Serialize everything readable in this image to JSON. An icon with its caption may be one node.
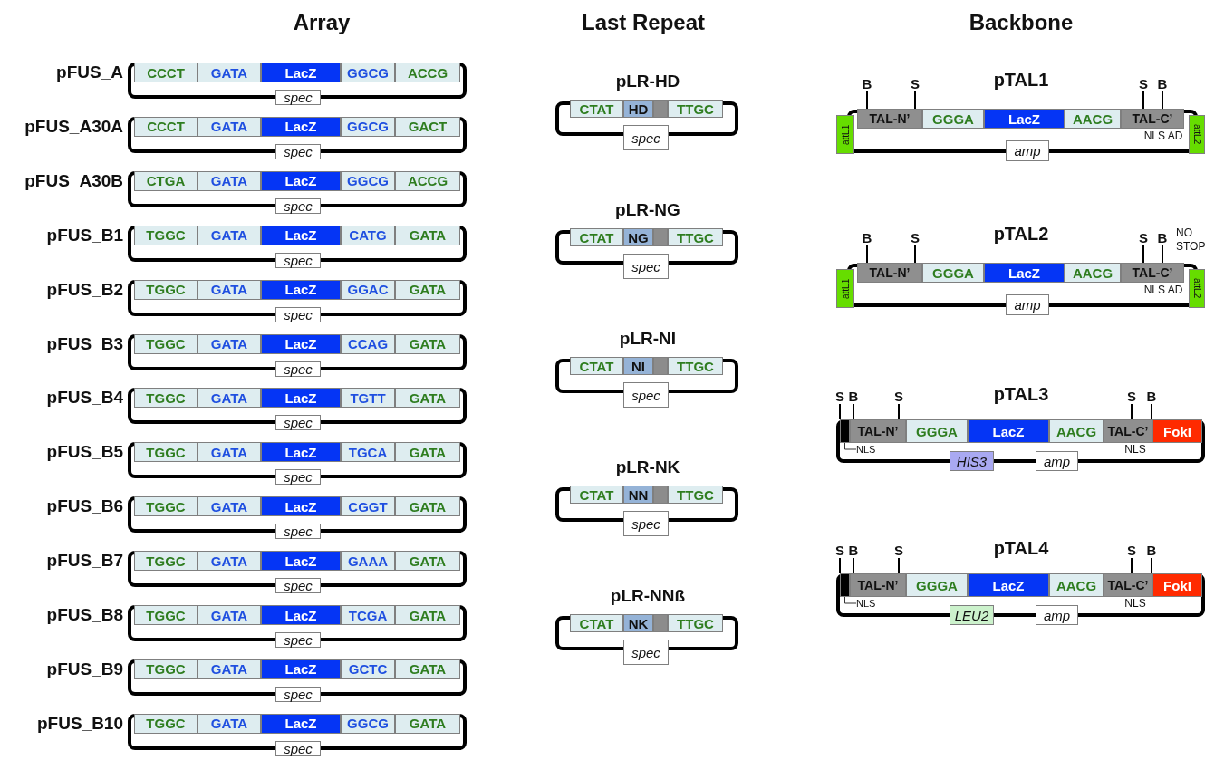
{
  "diagram": {
    "nodes": [
      {
        "text": [
          "pFUS_A"
        ]
      },
      {
        "text": [
          "CCCT"
        ],
        "in": 0
      },
      {
        "text": [
          "GATA"
        ],
        "in": 0
      },
      {
        "text": [
          "LacZ"
        ],
        "in": 0
      },
      {
        "text": [
          "GGCG"
        ],
        "in": 0
      },
      {
        "text": [
          "ACCG"
        ],
        "in": 0
      },
      {
        "text": [
          "spec"
        ]
      },
      {
        "text": [
          "pFUS_A30A"
        ]
      },
      {
        "text": [
          "CCCT"
        ],
        "in": 7
      },
      {
        "text": [
          "GATA"
        ],
        "in": 7
      },
      {
        "text": [
          "LacZ"
        ],
        "in": 7
      },
      {
        "text": [
          "GGCG"
        ],
        "in": 7
      },
      {
        "text": [
          "GACT"
        ],
        "in": 7
      },
      {
        "text": [
          "spec"
        ]
      },
      {
        "text": [
          "pFUS_A30B"
        ]
      },
      {
        "text": [
          "CTGA"
        ],
        "in": 14
      },
      {
        "text": [
          "GATA"
        ],
        "in": 14
      },
      {
        "text": [
          "LacZ"
        ],
        "in": 14
      },
      {
        "text": [
          "GGCG"
        ],
        "in": 14
      },
      {
        "text": [
          "ACCG"
        ],
        "in": 14
      },
      {
        "text": [
          "spec"
        ]
      },
      {
        "text": [
          "pFUS_B1"
        ]
      },
      {
        "text": [
          "TGGC"
        ],
        "in": 21
      },
      {
        "text": [
          "GATA"
        ],
        "in": 21
      },
      {
        "text": [
          "LacZ"
        ],
        "in": 21
      },
      {
        "text": [
          "CATG"
        ],
        "in": 21
      },
      {
        "text": [
          "GATA"
        ],
        "in": 21
      },
      {
        "text": [
          "spec"
        ]
      },
      {
        "text": [
          "pFUS_B2"
        ]
      },
      {
        "text": [
          "TGGC"
        ],
        "in": 28
      },
      {
        "text": [
          "GATA"
        ],
        "in": 28
      },
      {
        "text": [
          "LacZ"
        ],
        "in": 28
      },
      {
        "text": [
          "GGAC"
        ],
        "in": 28
      },
      {
        "text": [
          "GATA"
        ],
        "in": 28
      },
      {
        "text": [
          "spec"
        ]
      },
      {
        "text": [
          "pFUS_B3"
        ]
      },
      {
        "text": [
          "TGGC"
        ],
        "in": 35
      },
      {
        "text": [
          "GATA"
        ],
        "in": 35
      },
      {
        "text": [
          "LacZ"
        ],
        "in": 35
      },
      {
        "text": [
          "CCAG"
        ],
        "in": 35
      },
      {
        "text": [
          "GATA"
        ],
        "in": 35
      },
      {
        "text": [
          "spec"
        ]
      },
      {
        "text": [
          "pFUS_B4"
        ]
      },
      {
        "text": [
          "TGGC"
        ],
        "in": 42
      },
      {
        "text": [
          "GATA"
        ],
        "in": 42
      },
      {
        "text": [
          "LacZ"
        ],
        "in": 42
      },
      {
        "text": [
          "TGTT"
        ],
        "in": 42
      },
      {
        "text": [
          "GATA"
        ],
        "in": 42
      },
      {
        "text": [
          "spec"
        ]
      },
      {
        "text": [
          "pFUS_B5"
        ]
      },
      {
        "text": [
          "TGGC"
        ],
        "in": 49
      },
      {
        "text": [
          "GATA"
        ],
        "in": 49
      },
      {
        "text": [
          "LacZ"
        ],
        "in": 49
      },
      {
        "text": [
          "TGCA"
        ],
        "in": 49
      },
      {
        "text": [
          "GATA"
        ],
        "in": 49
      },
      {
        "text": [
          "spec"
        ]
      },
      {
        "text": [
          "pFUS_B6"
        ]
      },
      {
        "text": [
          "TGGC"
        ],
        "in": 56
      },
      {
        "text": [
          "GATA"
        ],
        "in": 56
      },
      {
        "text": [
          "LacZ"
        ],
        "in": 56
      },
      {
        "text": [
          "CGGT"
        ],
        "in": 56
      },
      {
        "text": [
          "GATA"
        ],
        "in": 56
      },
      {
        "text": [
          "spec"
        ]
      },
      {
        "text": [
          "pFUS_B7"
        ]
      },
      {
        "text": [
          "TGGC"
        ],
        "in": 63
      },
      {
        "text": [
          "GATA"
        ],
        "in": 63
      },
      {
        "text": [
          "LacZ"
        ],
        "in": 63
      },
      {
        "text": [
          "GAAA"
        ],
        "in": 63
      },
      {
        "text": [
          "GATA"
        ],
        "in": 63
      },
      {
        "text": [
          "spec"
        ]
      },
      {
        "text": [
          "pFUS_B8"
        ]
      },
      {
        "text": [
          "TGGC"
        ],
        "in": 70
      },
      {
        "text": [
          "GATA"
        ],
        "in": 70
      },
      {
        "text": [
          "LacZ"
        ],
        "in": 70
      },
      {
        "text": [
          "TCGA"
        ],
        "in": 70
      },
      {
        "text": [
          "GATA"
        ],
        "in": 70
      },
      {
        "text": [
          "spec"
        ]
      },
      {
        "text": [
          "pFUS_B9"
        ]
      },
      {
        "text": [
          "TGGC"
        ],
        "in": 77
      },
      {
        "text": [
          "GATA"
        ],
        "in": 77
      },
      {
        "text": [
          "LacZ"
        ],
        "in": 77
      },
      {
        "text": [
          "GCTC"
        ],
        "in": 77
      },
      {
        "text": [
          "GATA"
        ],
        "in": 77
      },
      {
        "text": [
          "spec"
        ]
      },
      {
        "text": [
          "pFUS_B10"
        ]
      },
      {
        "text": [
          "TGGC"
        ],
        "in": 84
      },
      {
        "text": [
          "GATA"
        ],
        "in": 84
      },
      {
        "text": [
          "LacZ"
        ],
        "in": 84
      },
      {
        "text": [
          "GGCG"
        ],
        "in": 84
      },
      {
        "text": [
          "GATA"
        ],
        "in": 84
      },
      {
        "text": [
          "spec"
        ]
      },
      {
        "text": [
          "pLR-HD"
        ]
      },
      {
        "text": [
          "CTAT"
        ],
        "in": 91
      },
      {
        "text": [
          "HD"
        ],
        "in": 91
      },
      {
        "text": [],
        "shape": "box",
        "in": 91
      },
      {
        "text": [
          "TTGC"
        ],
        "in": 91
      },
      {
        "text": [
          "spec"
        ]
      },
      {
        "text": [
          "pLR-NG"
        ]
      },
      {
        "text": [
          "CTAT"
        ],
        "in": 97
      },
      {
        "text": [
          "NG"
        ],
        "in": 97
      },
      {
        "text": [],
        "shape": "box",
        "in": 97
      },
      {
        "text": [
          "TTGC"
        ],
        "in": 97
      },
      {
        "text": [
          "spec"
        ]
      },
      {
        "text": [
          "pLR-NI"
        ]
      },
      {
        "text": [
          "CTAT"
        ],
        "in": 103
      },
      {
        "text": [
          "NI"
        ],
        "in": 103
      },
      {
        "text": [],
        "shape": "box",
        "in": 103
      },
      {
        "text": [
          "TTGC"
        ],
        "in": 103
      },
      {
        "text": [
          "spec"
        ]
      },
      {
        "text": [
          "pLR-NK"
        ]
      },
      {
        "text": [
          "CTAT"
        ],
        "in": 109
      },
      {
        "text": [
          "NN"
        ],
        "in": 109
      },
      {
        "text": [],
        "shape": "box",
        "in": 109
      },
      {
        "text": [
          "TTGC"
        ],
        "in": 109
      },
      {
        "text": [
          "spec"
        ]
      },
      {
        "text": [
          "pLR-NNß"
        ]
      },
      {
        "text": [
          "CTAT"
        ],
        "in": 115
      },
      {
        "text": [
          "NK"
        ],
        "in": 115
      },
      {
        "text": [],
        "shape": "box",
        "in": 115
      },
      {
        "text": [
          "TTGC"
        ],
        "in": 115
      },
      {
        "text": [
          "spec"
        ]
      },
      {
        "text": [
          "pTAL1"
        ]
      },
      {
        "text": [
          "attL1"
        ]
      },
      {
        "text": [
          "TAL-N’"
        ],
        "in": 121
      },
      {
        "text": [
          "GGGA"
        ],
        "in": 121
      },
      {
        "text": [
          "LacZ"
        ],
        "in": 121
      },
      {
        "text": [
          "AACG"
        ],
        "in": 121
      },
      {
        "text": [
          "TAL-C’"
        ],
        "in": 121
      },
      {
        "text": [
          "attL2"
        ]
      },
      {
        "text": [
          "amp"
        ]
      },
      {
        "text": [
          "B"
        ]
      },
      {
        "text": [
          "S"
        ]
      },
      {
        "text": [
          "S"
        ]
      },
      {
        "text": [
          "B"
        ]
      },
      {
        "text": [
          "pTAL2"
        ]
      },
      {
        "text": [
          "attL1"
        ]
      },
      {
        "text": [
          "TAL-N’"
        ],
        "in": 134
      },
      {
        "text": [
          "GGGA"
        ],
        "in": 134
      },
      {
        "text": [
          "LacZ"
        ],
        "in": 134
      },
      {
        "text": [
          "AACG"
        ],
        "in": 134
      },
      {
        "text": [
          "TAL-C’"
        ],
        "in": 134
      },
      {
        "text": [
          "attL2"
        ]
      },
      {
        "text": [
          "amp"
        ]
      },
      {
        "text": [
          "B"
        ]
      },
      {
        "text": [
          "S"
        ]
      },
      {
        "text": [
          "S"
        ]
      },
      {
        "text": [
          "B"
        ]
      },
      {
        "text": [
          "pTAL3"
        ]
      },
      {
        "text": [],
        "shape": "box",
        "in": 147
      },
      {
        "text": [
          "TAL-N’"
        ],
        "in": 147
      },
      {
        "text": [
          "GGGA"
        ],
        "in": 147
      },
      {
        "text": [
          "LacZ"
        ],
        "in": 147
      },
      {
        "text": [
          "AACG"
        ],
        "in": 147
      },
      {
        "text": [
          "TAL-C’"
        ],
        "in": 147
      },
      {
        "text": [
          "FokI"
        ],
        "in": 147
      },
      {
        "text": [
          "NLS"
        ],
        "in": 147
      },
      {
        "text": [
          "HIS3"
        ]
      },
      {
        "text": [
          "amp"
        ]
      },
      {
        "text": [
          "S"
        ]
      },
      {
        "text": [
          "B"
        ]
      },
      {
        "text": [
          "S"
        ]
      },
      {
        "text": [
          "S"
        ]
      },
      {
        "text": [
          "B"
        ]
      },
      {
        "text": [
          "pTAL4"
        ]
      },
      {
        "text": [],
        "shape": "box",
        "in": 163
      },
      {
        "text": [
          "TAL-N’"
        ],
        "in": 163
      },
      {
        "text": [
          "GGGA"
        ],
        "in": 163
      },
      {
        "text": [
          "LacZ"
        ],
        "in": 163
      },
      {
        "text": [
          "AACG"
        ],
        "in": 163
      },
      {
        "text": [
          "TAL-C’"
        ],
        "in": 163
      },
      {
        "text": [
          "FokI"
        ],
        "in": 163
      },
      {
        "text": [
          "NLS"
        ],
        "in": 163
      },
      {
        "text": [
          "LEU2"
        ]
      },
      {
        "text": [
          "amp"
        ]
      },
      {
        "text": [
          "S"
        ]
      },
      {
        "text": [
          "B"
        ]
      },
      {
        "text": [
          "S"
        ]
      },
      {
        "text": [
          "S"
        ]
      },
      {
        "text": [
          "B"
        ]
      }
    ],
    "edges": [
      {
        "from": 130,
        "to": 123,
        "arrow": "none"
      },
      {
        "from": 131,
        "to": 123,
        "arrow": "none"
      },
      {
        "from": 132,
        "to": 127,
        "arrow": "none"
      },
      {
        "from": 133,
        "to": 127,
        "arrow": "none"
      },
      {
        "from": 143,
        "to": 136,
        "arrow": "none"
      },
      {
        "from": 144,
        "to": 136,
        "arrow": "none"
      },
      {
        "from": 145,
        "to": 140,
        "arrow": "none"
      },
      {
        "from": 146,
        "to": 140,
        "arrow": "none"
      },
      {
        "from": 155,
        "to": 148,
        "arrow": "none"
      },
      {
        "from": 158,
        "to": 148,
        "arrow": "none"
      },
      {
        "from": 159,
        "to": 149,
        "arrow": "none"
      },
      {
        "from": 160,
        "to": 149,
        "arrow": "none"
      },
      {
        "from": 161,
        "to": 153,
        "arrow": "none"
      },
      {
        "from": 162,
        "to": 153,
        "arrow": "none"
      },
      {
        "from": 171,
        "to": 164,
        "arrow": "none"
      },
      {
        "from": 174,
        "to": 164,
        "arrow": "none"
      },
      {
        "from": 175,
        "to": 165,
        "arrow": "none"
      },
      {
        "from": 176,
        "to": 165,
        "arrow": "none"
      },
      {
        "from": 177,
        "to": 169,
        "arrow": "none"
      },
      {
        "from": 178,
        "to": 169,
        "arrow": "none"
      }
    ],
    "labels": [
      "Array",
      "Last Repeat",
      "Backbone",
      "NLS AD",
      "NO STOP",
      "NLS AD",
      "NLS",
      "NLS"
    ]
  }
}
